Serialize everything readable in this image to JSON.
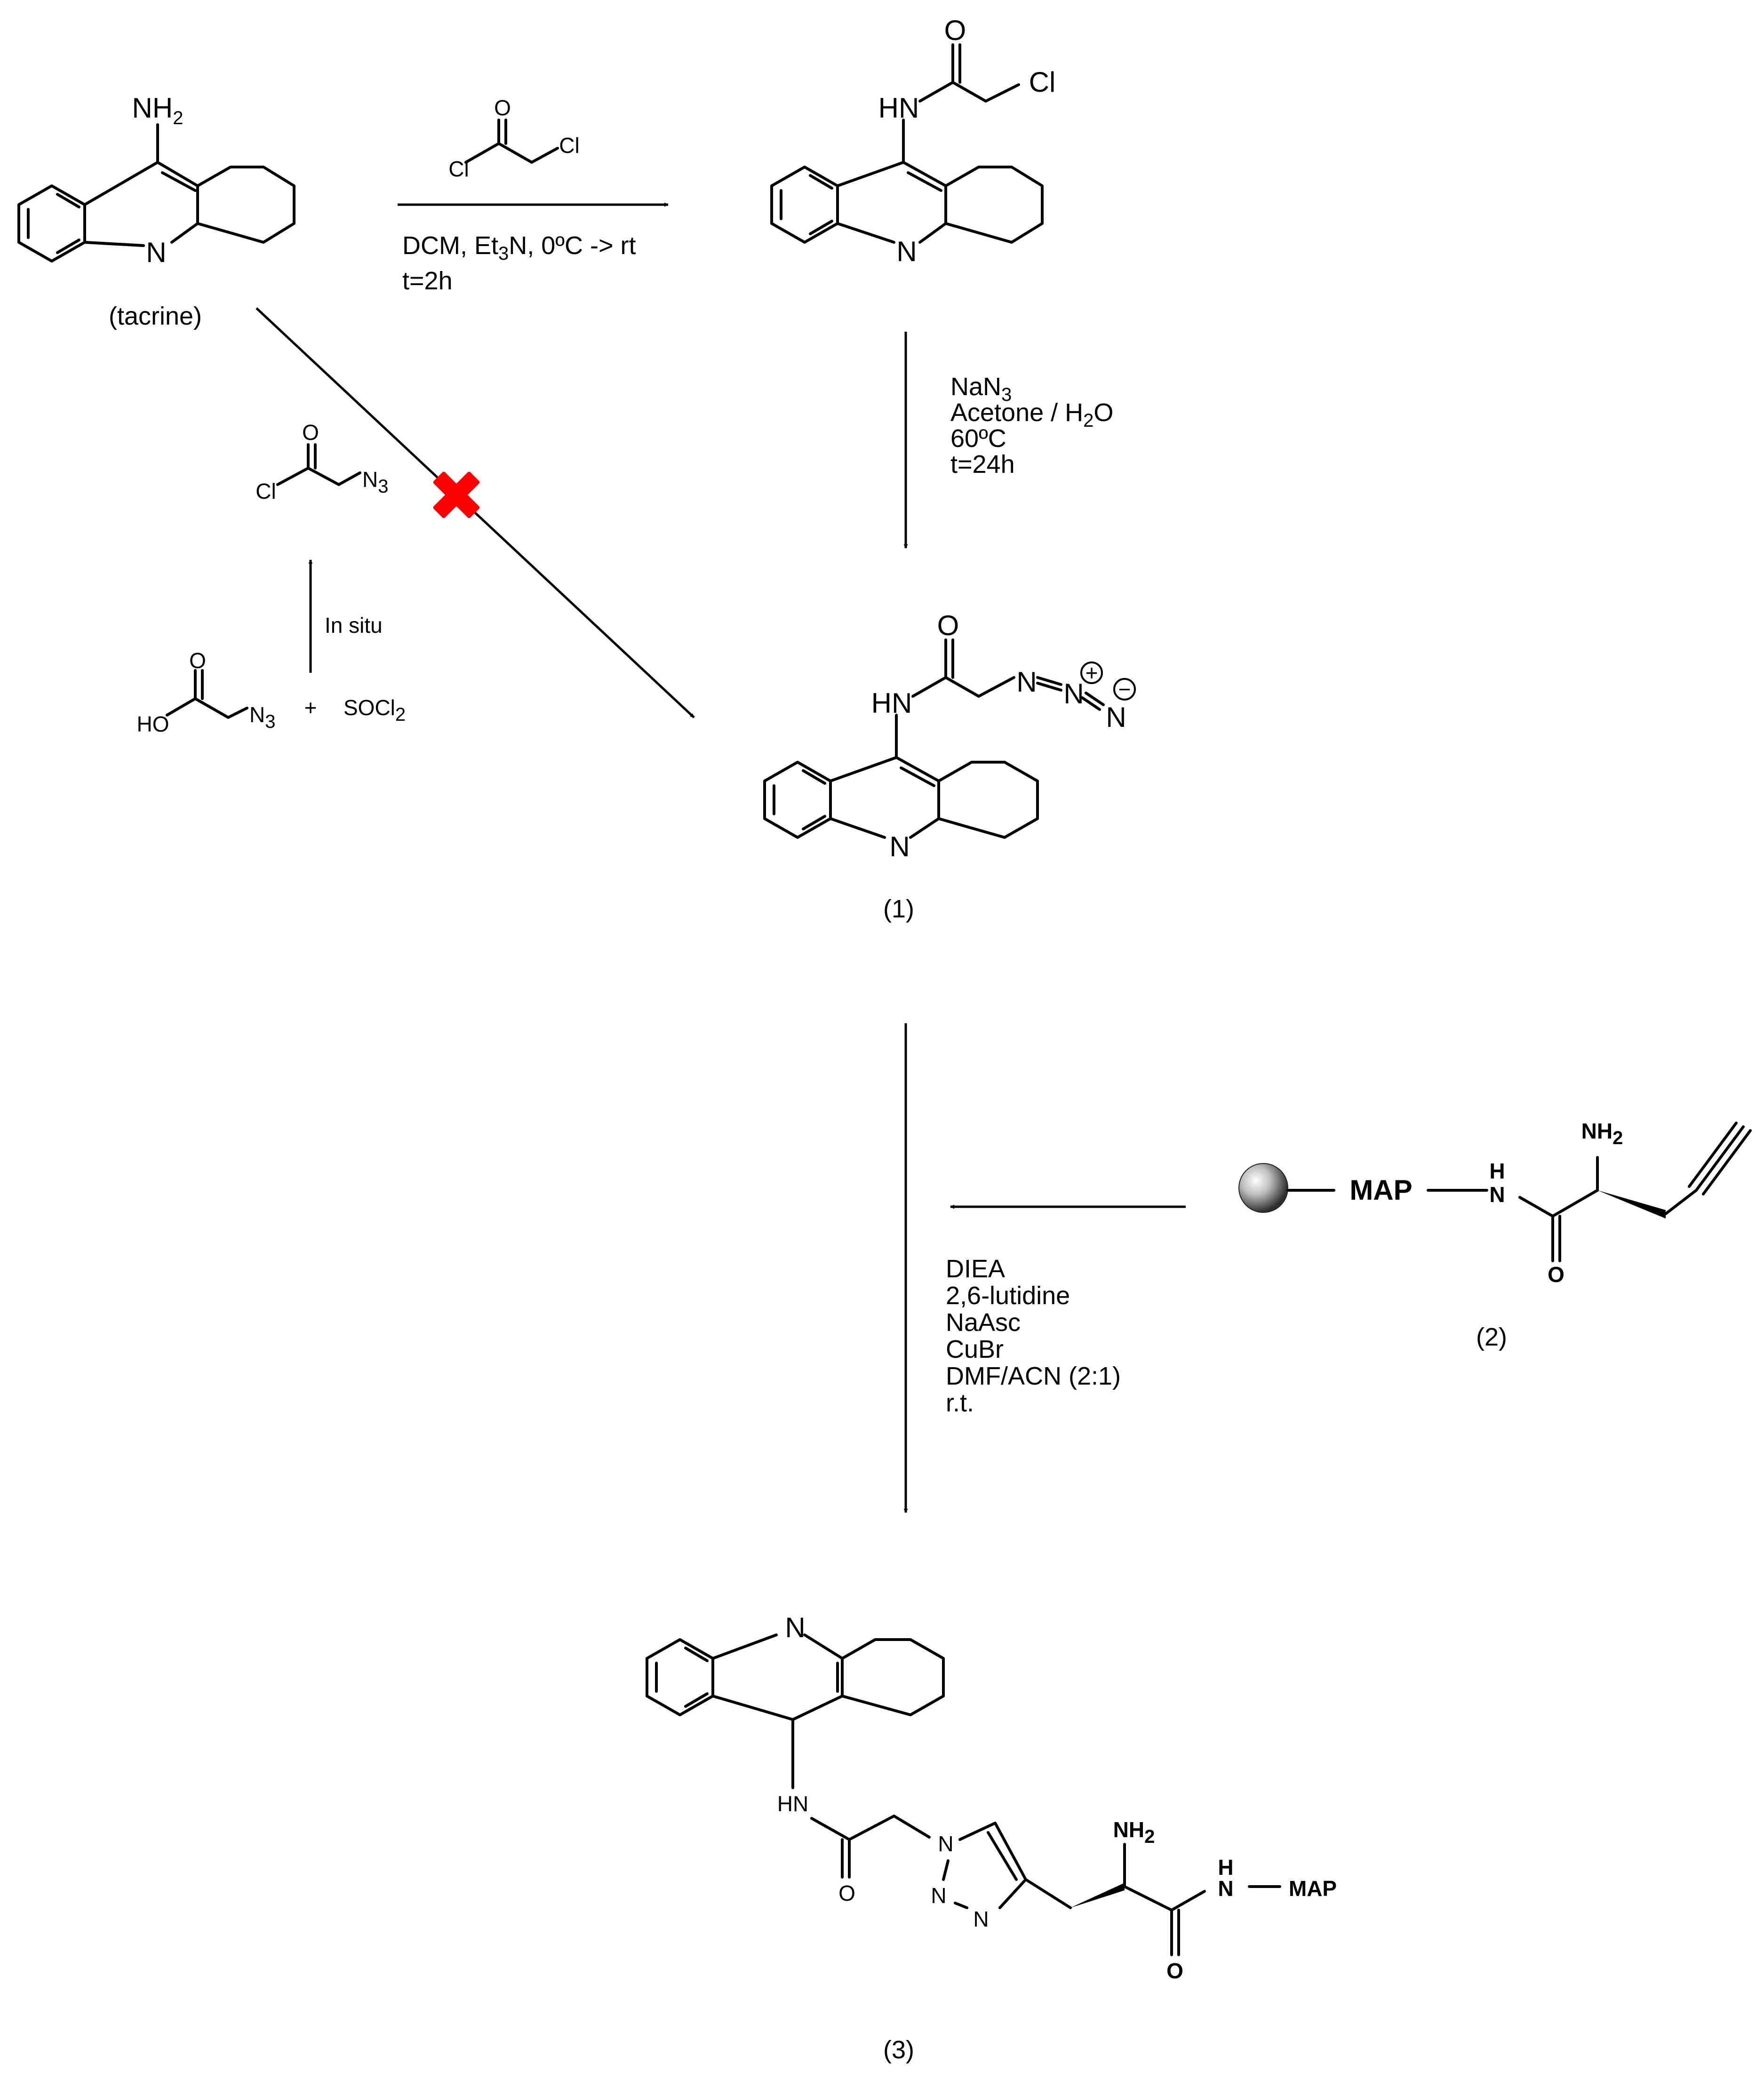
{
  "tacrine": {
    "name": "(tacrine)",
    "nh2": "NH",
    "nh2_sub": "2",
    "n": "N"
  },
  "chloroacetyl_reagent": {
    "o": "O",
    "cl_left": "Cl",
    "cl_right": "Cl"
  },
  "step1_conditions": {
    "line1_a": "DCM, Et",
    "line1_sub": "3",
    "line1_b": "N, 0ºC -> rt",
    "line2": "t=2h"
  },
  "chloroacetamide": {
    "o": "O",
    "hn": "HN",
    "cl": "Cl",
    "n": "N"
  },
  "step2_conditions": {
    "line1_a": "NaN",
    "line1_sub": "3",
    "line2_a": "Acetone / H",
    "line2_sub": "2",
    "line2_b": "O",
    "line3": "60ºC",
    "line4": "t=24h"
  },
  "azidoacetyl_chloride": {
    "o": "O",
    "cl": "Cl",
    "n3": "N",
    "n3_sub": "3"
  },
  "in_situ_label": "In situ",
  "azidoacetic_acid": {
    "o": "O",
    "ho": "HO",
    "n3": "N",
    "n3_sub": "3",
    "plus": "+",
    "socl2": "SOCl",
    "socl2_sub": "2"
  },
  "compound1": {
    "label": "(1)",
    "o": "O",
    "hn": "HN",
    "n_ring": "N",
    "azide_n1": "N",
    "azide_n2": "N",
    "azide_n3": "N",
    "plus": "+",
    "minus": "−"
  },
  "step3_conditions": {
    "line1": "DIEA",
    "line2": "2,6-lutidine",
    "line3": "NaAsc",
    "line4": "CuBr",
    "line5": "DMF/ACN (2:1)",
    "line6": "r.t."
  },
  "compound2": {
    "label": "(2)",
    "map": "MAP",
    "h": "H",
    "n": "N",
    "nh2": "NH",
    "nh2_sub": "2",
    "o": "O"
  },
  "compound3": {
    "label": "(3)",
    "n_ring": "N",
    "hn": "HN",
    "o_amide": "O",
    "triazole_n1": "N",
    "triazole_n2": "N",
    "triazole_n3": "N",
    "nh2": "NH",
    "nh2_sub": "2",
    "h": "H",
    "n": "N",
    "map": "MAP",
    "o_end": "O"
  },
  "colors": {
    "ink": "#000000",
    "blocked_cross": "#ff0000",
    "bead_light": "#e8e8e8",
    "bead_dark": "#3a3a3a"
  }
}
